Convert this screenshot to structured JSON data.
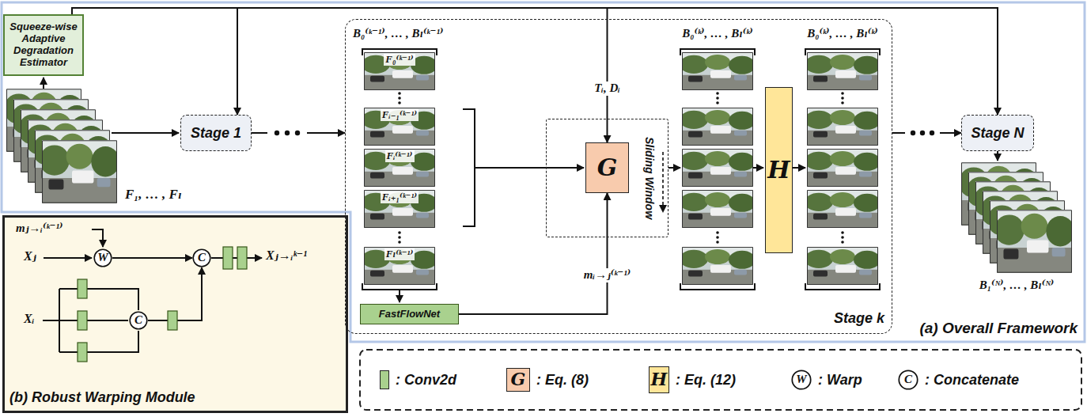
{
  "diagram": {
    "nodes": [
      {
        "text": [
          "(a) Overall Framework"
        ]
      },
      {
        "text": [
          "Squeeze-wise Adaptive Degradation Estimator"
        ],
        "in": 0
      },
      {
        "text": [
          "Stage 1"
        ],
        "in": 0
      },
      {
        "text": [
          "Stage k"
        ],
        "in": 0
      },
      {
        "text": [
          "Sliding Window"
        ],
        "in": 3
      },
      {
        "text": [
          "G"
        ],
        "in": 4
      },
      {
        "text": [
          "FastFlowNet"
        ],
        "in": 3
      },
      {
        "text": [
          "H"
        ],
        "in": 3
      },
      {
        "text": [
          "Stage N"
        ],
        "in": 0
      },
      {
        "text": [
          "(b) Robust Warping Module"
        ]
      },
      {
        "text": [
          "W"
        ],
        "in": 9
      },
      {
        "text": [
          "C"
        ],
        "in": 9
      },
      {
        "text": [
          "C"
        ],
        "in": 9
      }
    ],
    "edges": [
      {
        "from": 1,
        "to": 2,
        "arrow": "to"
      },
      {
        "from": 1,
        "to": 5,
        "label": "Tᵢ, Dᵢ",
        "arrow": "to"
      },
      {
        "from": 1,
        "to": 8,
        "arrow": "to"
      },
      {
        "from": 2,
        "to": 3,
        "arrow": "to"
      },
      {
        "from": 3,
        "to": 8,
        "arrow": "to"
      },
      {
        "from": 6,
        "to": 5,
        "label": "mᵢ→ⱼ⁽ᵏ⁻¹⁾",
        "arrow": "to"
      },
      {
        "from": 10,
        "to": 11,
        "arrow": "to"
      },
      {
        "from": 12,
        "to": 11,
        "arrow": "to"
      }
    ],
    "labels": [
      "F₁, … , Fₗ",
      "B₀⁽ᵏ⁻¹⁾, … , Bₗ⁽ᵏ⁻¹⁾",
      "F₀⁽ᵏ⁻¹⁾",
      "Fᵢ₋₁⁽ᵏ⁻¹⁾",
      "Fᵢ⁽ᵏ⁻¹⁾",
      "Fᵢ₊₁⁽ᵏ⁻¹⁾",
      "Fₗ⁽ᵏ⁻¹⁾",
      "B₀⁽ᵏ⁾, … , Bₗ⁽ᵏ⁾",
      "B₀⁽ᵏ⁾, … , Bₗ⁽ᵏ⁾",
      "B₁⁽ᴺ⁾, … , Bₗ⁽ᴺ⁾",
      "mⱼ→ᵢ⁽ᵏ⁻¹⁾",
      "Xⱼ",
      "Xᵢ",
      "Xⱼ→ᵢᵏ⁻¹",
      "G",
      "H",
      "W",
      "C"
    ],
    "legend": [
      {
        "text": ": Conv2d",
        "color": "#a9d18e"
      },
      {
        "text": ": Eq. (8)",
        "color": "#f8cbad"
      },
      {
        "text": ": Eq. (12)",
        "color": "#ffe699"
      },
      {
        "text": ": Warp"
      },
      {
        "text": ": Concatenate"
      }
    ]
  }
}
